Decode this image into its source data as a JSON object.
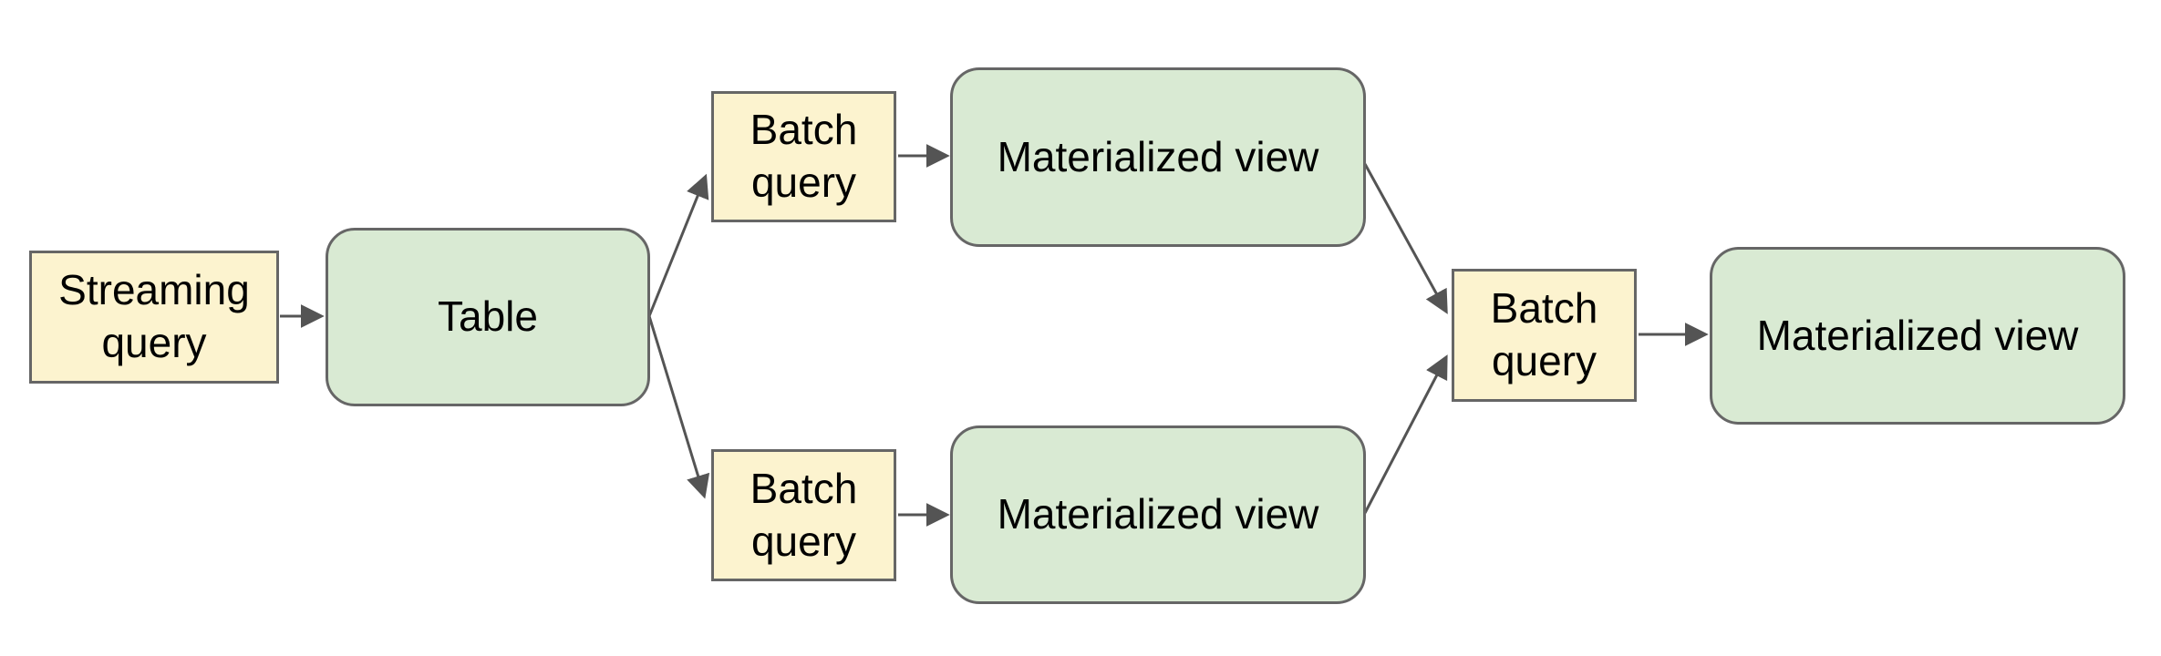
{
  "diagram": {
    "type": "flowchart",
    "nodes": {
      "streaming_query": {
        "label": "Streaming query",
        "kind": "streaming-query"
      },
      "table": {
        "label": "Table",
        "kind": "table"
      },
      "batch_query_top": {
        "label": "Batch query",
        "kind": "batch-query"
      },
      "materialized_view_top": {
        "label": "Materialized view",
        "kind": "materialized-view"
      },
      "batch_query_bottom": {
        "label": "Batch query",
        "kind": "batch-query"
      },
      "materialized_view_bottom": {
        "label": "Materialized view",
        "kind": "materialized-view"
      },
      "batch_query_right": {
        "label": "Batch query",
        "kind": "batch-query"
      },
      "materialized_view_right": {
        "label": "Materialized view",
        "kind": "materialized-view"
      }
    },
    "edges": [
      {
        "from": "streaming_query",
        "to": "table"
      },
      {
        "from": "table",
        "to": "batch_query_top"
      },
      {
        "from": "table",
        "to": "batch_query_bottom"
      },
      {
        "from": "batch_query_top",
        "to": "materialized_view_top"
      },
      {
        "from": "batch_query_bottom",
        "to": "materialized_view_bottom"
      },
      {
        "from": "materialized_view_top",
        "to": "batch_query_right"
      },
      {
        "from": "materialized_view_bottom",
        "to": "batch_query_right"
      },
      {
        "from": "batch_query_right",
        "to": "materialized_view_right"
      }
    ],
    "colors": {
      "query_fill": "#fcf3cf",
      "view_fill": "#d9ead3",
      "border": "#666666",
      "arrow": "#545454",
      "text": "#000000",
      "background": "#ffffff"
    }
  }
}
